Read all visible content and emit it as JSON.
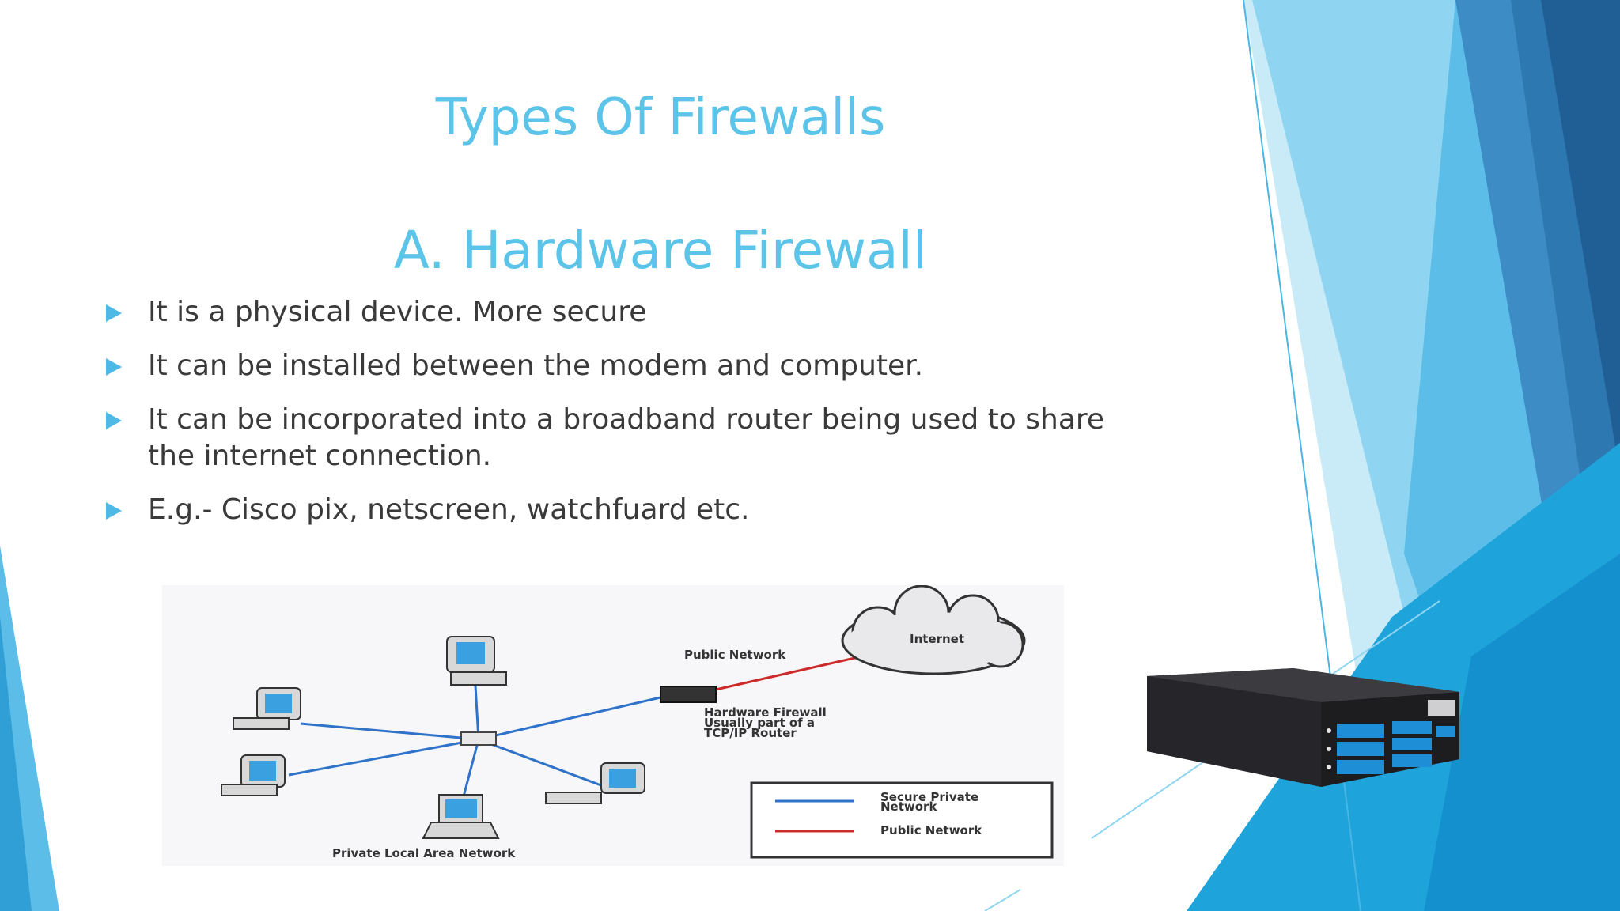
{
  "slide": {
    "title": "Types Of Firewalls",
    "subtitle": "A. Hardware Firewall",
    "bullets": [
      "It is a physical device. More secure",
      "It can be installed between the modem and computer.",
      "It can be incorporated into a broadband router being used to share the internet connection.",
      "E.g.- Cisco pix, netscreen, watchfuard etc."
    ]
  },
  "diagram": {
    "internet_label": "Internet",
    "public_network_label": "Public Network",
    "firewall_label_1": "Hardware Firewall",
    "firewall_label_2": "Usually part of a",
    "firewall_label_3": "TCP/IP Router",
    "lan_label": "Private Local Area Network",
    "legend_secure_1": "Secure Private",
    "legend_secure_2": "Network",
    "legend_public": "Public Network"
  },
  "colors": {
    "accent": "#5bc4e8",
    "bullet": "#4fb9e5",
    "text": "#3a3a3a",
    "secure_line": "#2f72c9",
    "public_line": "#cc2a2a"
  }
}
